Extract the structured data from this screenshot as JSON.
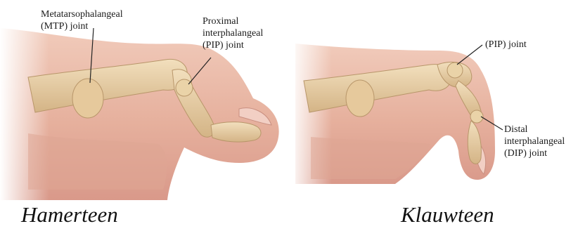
{
  "colors": {
    "skin": "#e9b8a6",
    "skin_dark": "#d59381",
    "skin_light": "#f4d4c6",
    "bone": "#e8cfa4",
    "bone_shadow": "#c9a977",
    "leader_line": "#222222"
  },
  "hammer_toe": {
    "caption": "Hamerteen",
    "labels": {
      "mtp": "Metatarsophalangeal\n(MTP) joint",
      "pip": "Proximal\ninterphalangeal\n(PIP) joint"
    }
  },
  "claw_toe": {
    "caption": "Klauwteen",
    "labels": {
      "pip": "(PIP) joint",
      "dip": "Distal\ninterphalangeal\n(DIP) joint"
    }
  }
}
